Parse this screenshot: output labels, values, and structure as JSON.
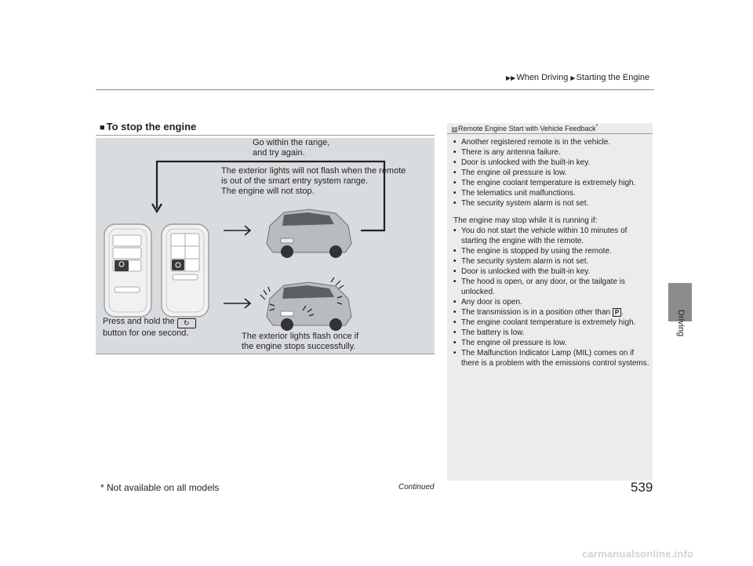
{
  "header": {
    "crumb1": "When Driving",
    "crumb2": "Starting the Engine"
  },
  "side_tab": {
    "label": "Driving"
  },
  "section": {
    "bullet": "■",
    "title": "To stop the engine"
  },
  "figure": {
    "label_top": "Go within the range,\nand try again.",
    "label_warning_1": "The exterior lights will not flash when the remote\nis out of the smart entry system range.",
    "label_warning_2": "The engine will not stop.",
    "label_press_a": "Press and hold the",
    "label_press_b": "button for one second.",
    "label_flash": "The exterior lights flash once if\nthe engine stops successfully."
  },
  "note": {
    "title": "Remote Engine Start with Vehicle Feedback",
    "title_mark": "*",
    "items_a": [
      "Another registered remote is in the vehicle.",
      "There is any antenna failure.",
      "Door is unlocked with the built-in key.",
      "The engine oil pressure is low.",
      "The engine coolant temperature is extremely high.",
      "The telematics unit malfunctions.",
      "The security system alarm is not set."
    ],
    "lead": "The engine may stop while it is running if:",
    "items_b": [
      "You do not start the vehicle within 10 minutes of starting the engine with the remote.",
      "The engine is stopped by using the remote.",
      "The security system alarm is not set.",
      "Door is unlocked with the built-in key.",
      "The hood is open, or any door, or the tailgate is unlocked.",
      "Any door is open."
    ],
    "trans_text": "The transmission is in a position other than",
    "trans_key": "P",
    "trans_end": ".",
    "items_c": [
      "The engine coolant temperature is extremely high.",
      "The battery is low.",
      "The engine oil pressure is low.",
      "The Malfunction Indicator Lamp (MIL) comes on if there is a problem with the emissions control systems."
    ]
  },
  "footer": {
    "footnote": "* Not available on all models",
    "continued": "Continued",
    "page": "539"
  },
  "watermark": "carmanualsonline.info"
}
